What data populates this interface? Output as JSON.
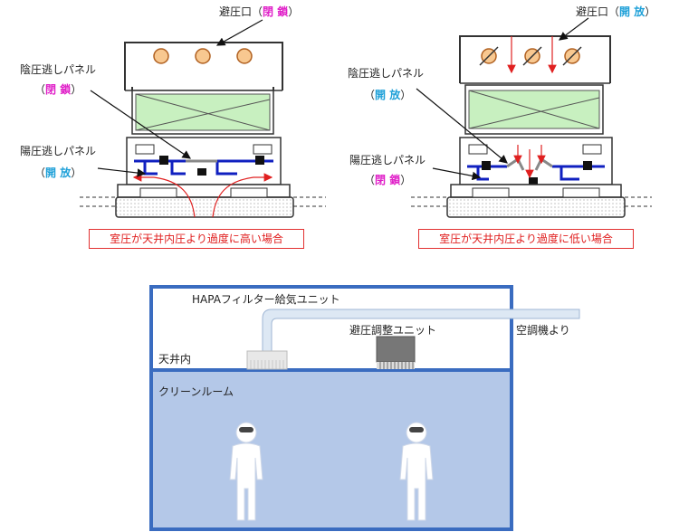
{
  "left_panel": {
    "vent_label": "避圧口",
    "vent_state": "閉 鎖",
    "relief_neg_label": "陰圧逃しパネル",
    "relief_neg_state": "閉 鎖",
    "relief_pos_label": "陽圧逃しパネル",
    "relief_pos_state": "開 放",
    "condition": "室圧が天井内圧より過度に高い場合"
  },
  "right_panel": {
    "vent_label": "避圧口",
    "vent_state": "開 放",
    "relief_neg_label": "陰圧逃しパネル",
    "relief_neg_state": "開 放",
    "relief_pos_label": "陽圧逃しパネル",
    "relief_pos_state": "閉 鎖",
    "condition": "室圧が天井内圧より過度に低い場合"
  },
  "bottom": {
    "hepa_unit": "HAPAフィルター給気ユニット",
    "pressure_unit": "避圧調整ユニット",
    "from_ac": "空調機より",
    "ceiling": "天井内",
    "cleanroom": "クリーンルーム"
  },
  "colors": {
    "state_closed": "#e020c8",
    "state_open": "#1ea0d8",
    "condition_text": "#e02020",
    "panel_blue": "#1020c0",
    "filter_green": "#c8f0c0",
    "vent_orange": "#f8c890",
    "room_fill": "#b4c8e8",
    "room_border": "#3a6cc0"
  }
}
